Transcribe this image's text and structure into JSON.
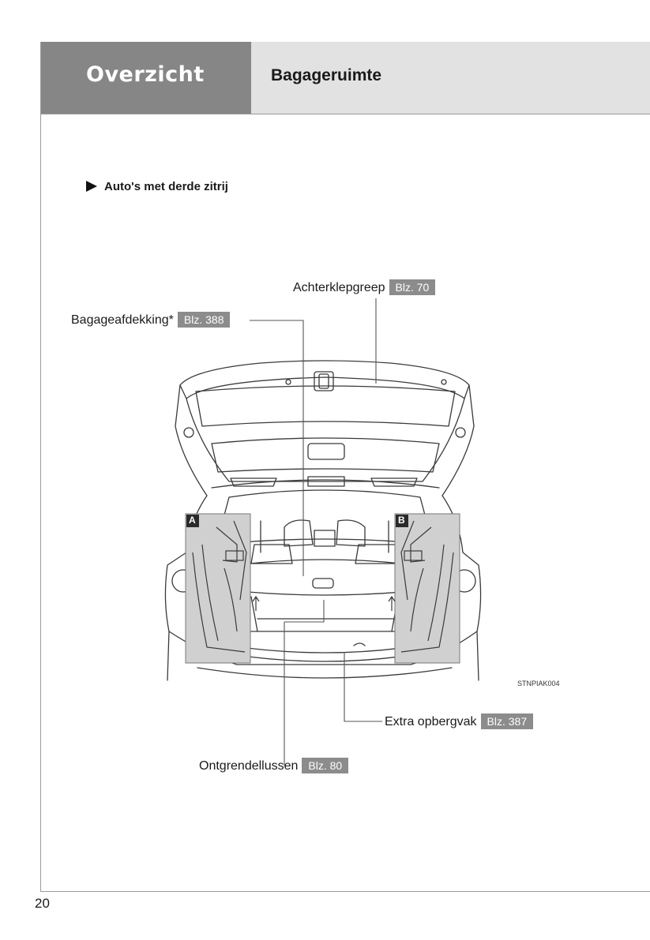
{
  "header": {
    "section": "Overzicht",
    "topic": "Bagageruimte"
  },
  "subheading": "Auto's met derde zitrij",
  "callouts": {
    "tailgate_handle": {
      "label": "Achterklepgreep",
      "ref": "Blz. 70"
    },
    "tonneau_cover": {
      "label": "Bagageafdekking*",
      "ref": "Blz. 388"
    },
    "extra_storage": {
      "label": "Extra opbergvak",
      "ref": "Blz. 387"
    },
    "release_loops": {
      "label": "Ontgrendellussen",
      "ref": "Blz. 80"
    }
  },
  "inset_labels": [
    "A",
    "B"
  ],
  "figure_code": "STNPIAK004",
  "page_number": "20",
  "colors": {
    "header_section_bg": "#868686",
    "header_topic_bg": "#e2e2e2",
    "ref_badge_bg": "#8c8c8c",
    "inset_bg": "#d0d0d0"
  }
}
